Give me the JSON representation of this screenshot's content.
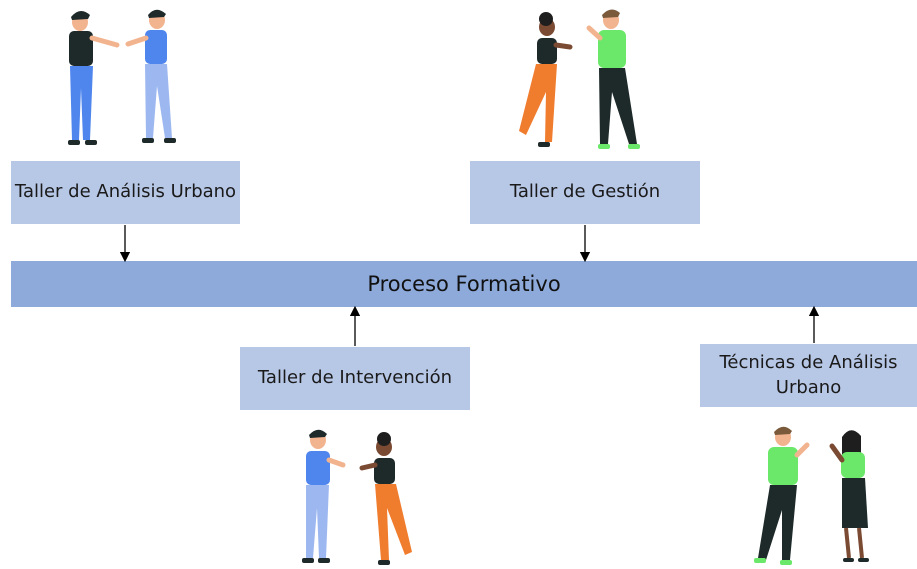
{
  "diagram": {
    "central_bar": "Proceso Formativo",
    "boxes": {
      "analisis_urbano": "Taller de Análisis Urbano",
      "gestion": "Taller de Gestión",
      "intervencion": "Taller de Intervención",
      "tecnicas": "Técnicas de Análisis Urbano"
    },
    "colors": {
      "box_fill": "#b7c7e6",
      "bar_fill": "#8eaadb",
      "arrow": "#000000",
      "figure_blue": "#4f86ee",
      "figure_light_blue": "#9db8f0",
      "figure_orange": "#f07c2e",
      "figure_green": "#6be86a",
      "figure_dark": "#1e2a2a"
    }
  }
}
